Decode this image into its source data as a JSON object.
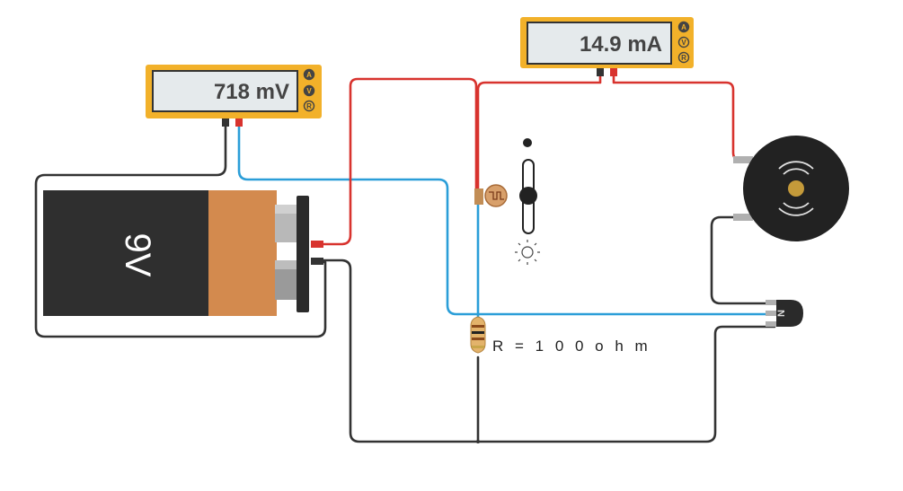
{
  "voltmeter": {
    "reading": "718 mV",
    "modes": [
      "A",
      "V",
      "R"
    ],
    "active_mode": "V"
  },
  "ammeter": {
    "reading": "14.9 mA",
    "modes": [
      "A",
      "V",
      "R"
    ],
    "active_mode": "A"
  },
  "battery": {
    "label": "9V"
  },
  "resistor": {
    "label": "R = 1 0 0 o h m"
  },
  "transistor": {
    "label": "N"
  },
  "colors": {
    "wire_red": "#d8332e",
    "wire_blue": "#2b9ed8",
    "wire_black": "#333333",
    "meter_body": "#f2b12a",
    "meter_screen": "#e5eaec",
    "battery_body": "#2f2f2f",
    "battery_cap": "#d38a4e",
    "buzzer": "#222222"
  }
}
